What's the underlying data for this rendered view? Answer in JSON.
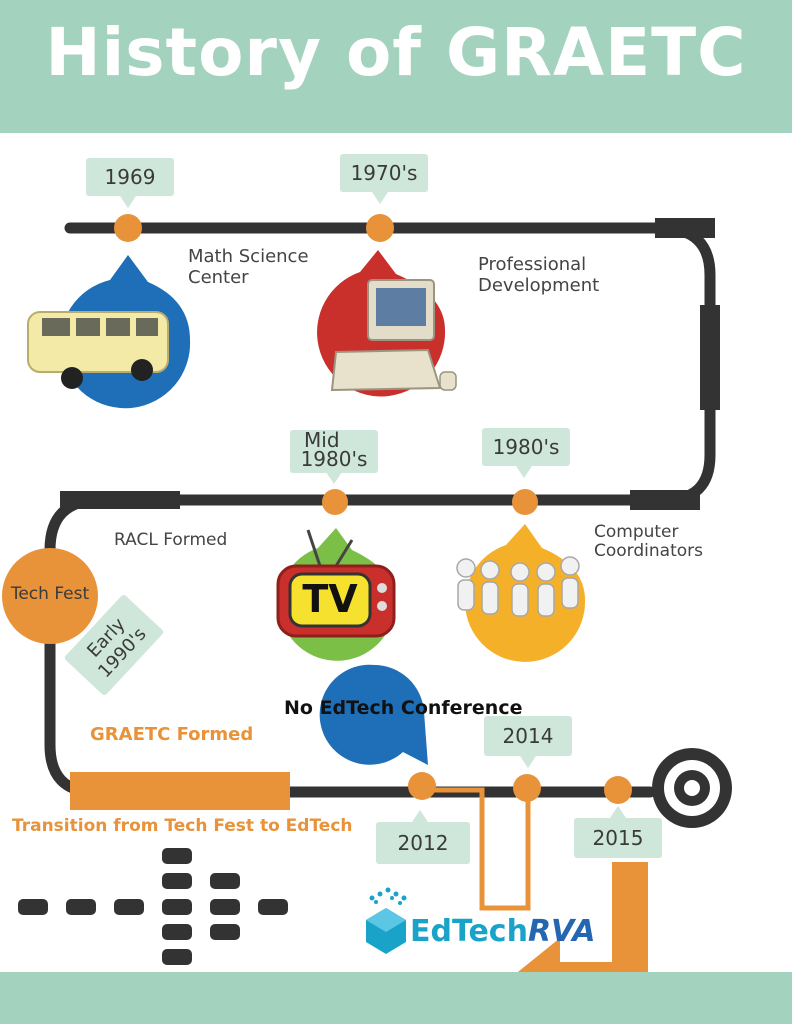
{
  "title": "History of GRAETC",
  "events": [
    {
      "date": "1969",
      "label": "Math Science Center"
    },
    {
      "date": "1970's",
      "label": "Professional Development"
    },
    {
      "date": "Mid 1980's",
      "label": "RACL Formed"
    },
    {
      "date": "1980's",
      "label": "Computer Coordinators"
    },
    {
      "date": "Early 1990's",
      "label": "Tech Fest"
    },
    {
      "date": "2012",
      "label": "GRAETC Formed"
    },
    {
      "date": "2014",
      "label": "No EdTech Conference"
    },
    {
      "date": "2015",
      "label": "Transition from Tech Fest to EdTech"
    }
  ],
  "date_tags": {
    "d1969": "1969",
    "d1970s": "1970's",
    "mid_line1": "Mid",
    "mid_line2": "1980's",
    "d1980s": "1980's",
    "early_line1": "Early",
    "early_line2": "1990's",
    "d2012": "2012",
    "d2014": "2014",
    "d2015": "2015"
  },
  "labels": {
    "math_line1": "Math Science",
    "math_line2": "Center",
    "prof_line1": "Professional",
    "prof_line2": "Development",
    "racl": "RACL Formed",
    "comp_line1": "Computer",
    "comp_line2": "Coordinators",
    "tech_fest": "Tech Fest",
    "tv_text": "TV",
    "graetc_formed": "GRAETC Formed",
    "no_edtech": "No EdTech Conference",
    "transition": "Transition from Tech Fest to EdTech",
    "logo_edtech": "EdTech",
    "logo_rva": "RVA"
  },
  "icons": [
    "van-icon",
    "computer-icon",
    "tv-icon",
    "people-meeting-icon",
    "target-icon",
    "edtechrva-logo"
  ],
  "colors": {
    "header": "#a3d2be",
    "track": "#333333",
    "orange": "#e8933a",
    "blue": "#1e6fb8",
    "red": "#c9302c",
    "green": "#7bbf46",
    "yellow": "#f5b02a",
    "tag": "#cfe6da",
    "logo_teal": "#1aa3c8",
    "logo_blue": "#2467b0"
  }
}
